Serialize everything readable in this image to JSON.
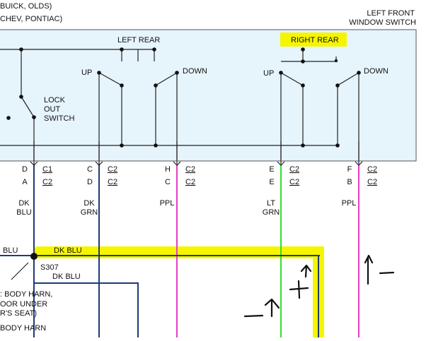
{
  "header": {
    "top_left_line1": "BUICK, OLDS)",
    "top_left_line2": "CHEV, PONTIAC)",
    "switch_title_line1": "LEFT FRONT",
    "switch_title_line2": "WINDOW SWITCH"
  },
  "switch_box": {
    "left_rear_label": "LEFT REAR",
    "right_rear_label": "RIGHT REAR",
    "up_left": "UP",
    "down_left": "DOWN",
    "up_right": "UP",
    "down_right": "DOWN",
    "lockout_line1": "LOCK",
    "lockout_line2": "OUT",
    "lockout_line3": "SWITCH"
  },
  "terminals": [
    {
      "pin1": "D",
      "conn1": "C1",
      "pin2": "A",
      "conn2": "C2",
      "wire_line1": "DK",
      "wire_line2": "BLU",
      "color": "#1f3a7a"
    },
    {
      "pin1": "C",
      "conn1": "C2",
      "pin2": "D",
      "conn2": "C2",
      "wire_line1": "DK",
      "wire_line2": "GRN",
      "color": "#1f3a7a"
    },
    {
      "pin1": "H",
      "conn1": "C2",
      "pin2": "C",
      "conn2": "C2",
      "wire_line1": "PPL",
      "wire_line2": "",
      "color": "#e43fc5"
    },
    {
      "pin1": "E",
      "conn1": "C2",
      "pin2": "E",
      "conn2": "C2",
      "wire_line1": "LT",
      "wire_line2": "GRN",
      "color": "#33dd33"
    },
    {
      "pin1": "F",
      "conn1": "C2",
      "pin2": "B",
      "conn2": "C2",
      "wire_line1": "PPL",
      "wire_line2": "",
      "color": "#e43fc5"
    }
  ],
  "lower": {
    "wire_left_label": "BLU",
    "wire_right_label": "DK BLU",
    "splice_label": "S307",
    "wire_below_label": "DK BLU",
    "note_line1": ": BODY HARN,",
    "note_line2": "OOR UNDER",
    "note_line3": "R'S SEAT)",
    "note_line4": "BODY HARN"
  },
  "colors": {
    "box_fill": "#e6f4fb",
    "highlight": "#f5f500",
    "dark_blue": "#1f3a7a",
    "purple": "#e43fc5",
    "green": "#33dd33"
  },
  "annotations": {
    "plus": "+",
    "minus_left": "—",
    "minus_right": "—"
  }
}
